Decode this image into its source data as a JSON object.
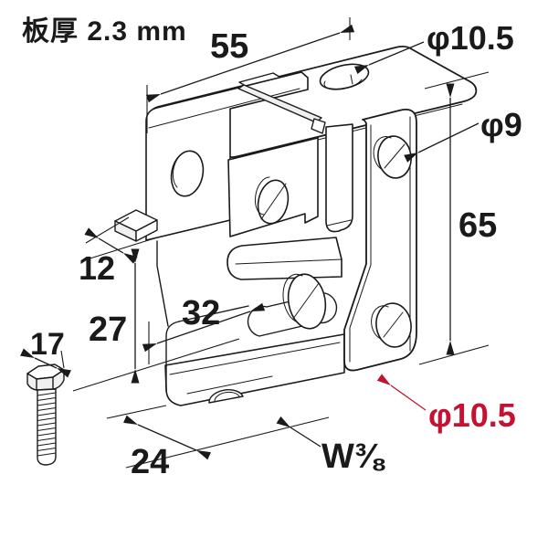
{
  "diagram": {
    "type": "isometric technical drawing",
    "subject": "sheet-metal hanging bracket with hex bolt",
    "colors": {
      "line": "#1a1a1a",
      "accent_red": "#c41230",
      "background": "#ffffff"
    },
    "labels": {
      "plate_thickness": "板厚 2.3 mm",
      "top_width": "55",
      "top_hole_dia": "φ10.5",
      "side_hole_dia": "φ9",
      "height": "65",
      "flange_depth": "12",
      "inner_height": "27",
      "inner_width": "32",
      "channel_depth": "24",
      "thread_spec": "W⅜",
      "bottom_hole_dia": "φ10.5",
      "bolt_head_width": "17"
    }
  }
}
